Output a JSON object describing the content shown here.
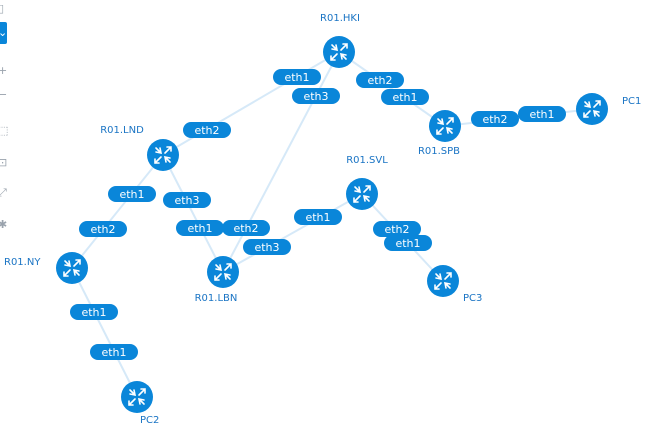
{
  "colors": {
    "accent": "#0a86d9",
    "link": "#d6e9f8",
    "label": "#1a74c4",
    "pill_text": "#ffffff"
  },
  "toolbar": {
    "buttons": [
      {
        "icon": "page-icon",
        "glyph": "▯",
        "active": false
      },
      {
        "icon": "chevron-down-icon",
        "glyph": "⌄",
        "active": true
      },
      {
        "icon": "zoom-in-icon",
        "glyph": "+",
        "active": false
      },
      {
        "icon": "zoom-out-icon",
        "glyph": "−",
        "active": false
      },
      {
        "icon": "select-icon",
        "glyph": "⬚",
        "active": false
      },
      {
        "icon": "fit-icon",
        "glyph": "⊡",
        "active": false
      },
      {
        "icon": "expand-icon",
        "glyph": "⤢",
        "active": false
      },
      {
        "icon": "settings-icon",
        "glyph": "✱",
        "active": false
      }
    ]
  },
  "topology": {
    "nodes": [
      {
        "id": "R01.HKI",
        "label": "R01.HKI"
      },
      {
        "id": "R01.LND",
        "label": "R01.LND"
      },
      {
        "id": "R01.SPB",
        "label": "R01.SPB"
      },
      {
        "id": "PC1",
        "label": "PC1"
      },
      {
        "id": "R01.SVL",
        "label": "R01.SVL"
      },
      {
        "id": "R01.NY",
        "label": "R01.NY"
      },
      {
        "id": "R01.LBN",
        "label": "R01.LBN"
      },
      {
        "id": "PC3",
        "label": "PC3"
      },
      {
        "id": "PC2",
        "label": "PC2"
      }
    ],
    "links": [
      {
        "from": "R01.HKI",
        "to": "R01.LND",
        "from_port": "eth1",
        "to_port": "eth2"
      },
      {
        "from": "R01.HKI",
        "to": "R01.SPB",
        "from_port": "eth2",
        "to_port": "eth1"
      },
      {
        "from": "R01.HKI",
        "to": "R01.LBN",
        "from_port": "eth3",
        "to_port": "eth2"
      },
      {
        "from": "R01.SPB",
        "to": "PC1",
        "from_port": "eth2",
        "to_port": "eth1"
      },
      {
        "from": "R01.LND",
        "to": "R01.NY",
        "from_port": "eth1",
        "to_port": "eth2"
      },
      {
        "from": "R01.LND",
        "to": "R01.LBN",
        "from_port": "eth3",
        "to_port": "eth1"
      },
      {
        "from": "R01.SVL",
        "to": "R01.LBN",
        "from_port": "eth1",
        "to_port": "eth3"
      },
      {
        "from": "R01.SVL",
        "to": "PC3",
        "from_port": "eth2",
        "to_port": "eth1"
      },
      {
        "from": "R01.NY",
        "to": "PC2",
        "from_port": "eth1",
        "to_port": "eth1"
      }
    ]
  }
}
